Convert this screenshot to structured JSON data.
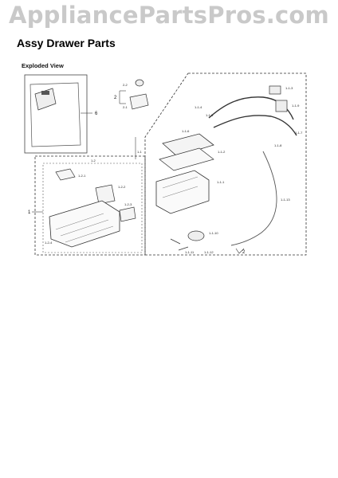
{
  "watermark": "AppliancePartsPros.com",
  "page_title": "Assy Drawer Parts",
  "view_label": "Exploded View",
  "callouts": {
    "box_top_left": "6",
    "group_top": "2",
    "group_top_a": "2-2",
    "group_top_b": "2-1",
    "drawer_assy": "1",
    "drawer_sub": "1-2",
    "drawer_cup1": "1-2-1",
    "drawer_cup2": "1-2-2",
    "drawer_cup3": "1-2-3",
    "drawer_body": "1-2-4",
    "housing_assy": "1-1",
    "housing_cover": "1-1-2",
    "housing_case": "1-1-1",
    "valve": "1-1-3",
    "hose_a": "1-1-4",
    "hose_b": "1-1-5",
    "hose_c": "1-1-6",
    "hose_d": "1-1-7",
    "hose_e": "1-1-8",
    "hose_f": "1-1-9",
    "bellows": "1-1-10",
    "clamp_a": "1-1-11",
    "clamp_b": "1-1-12",
    "long_hose": "1-1-13",
    "bottom_ref": "2"
  }
}
